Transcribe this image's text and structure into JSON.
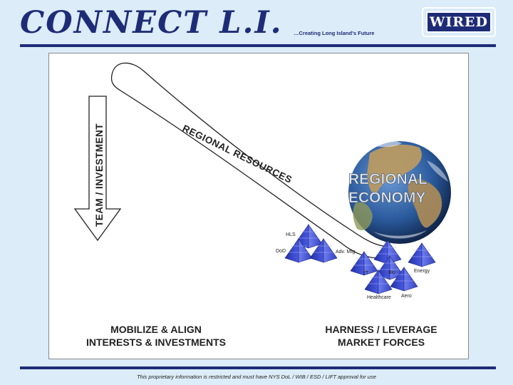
{
  "header": {
    "title": "CONNECT L.I.",
    "subtitle": "…Creating Long Island's Future",
    "badge": "WIRED"
  },
  "diagram": {
    "vertical_arrow_label": "TEAM / INVESTMENT",
    "diagonal_label": "REGIONAL RESOURCES",
    "globe_label_line1": "REGIONAL",
    "globe_label_line2": "ECONOMY",
    "pyramids": [
      "HLS",
      "DoD",
      "Adv. Mfg.",
      "IT",
      "Bio",
      "Energy",
      "Healthcare",
      "Aero"
    ],
    "left_caption_line1": "MOBILIZE & ALIGN",
    "left_caption_line2": "INTERESTS & INVESTMENTS",
    "right_caption_line1": "HARNESS / LEVERAGE",
    "right_caption_line2": "MARKET FORCES",
    "colors": {
      "navy": "#1e2c78",
      "pyramid": "#3b4ccf",
      "ocean": "#2a5a9c",
      "land": "#b89a62"
    }
  },
  "footer": {
    "disclaimer": "This proprietary information is restricted and must have NYS DoL / WIB / ESD / LIFT approval for use"
  }
}
